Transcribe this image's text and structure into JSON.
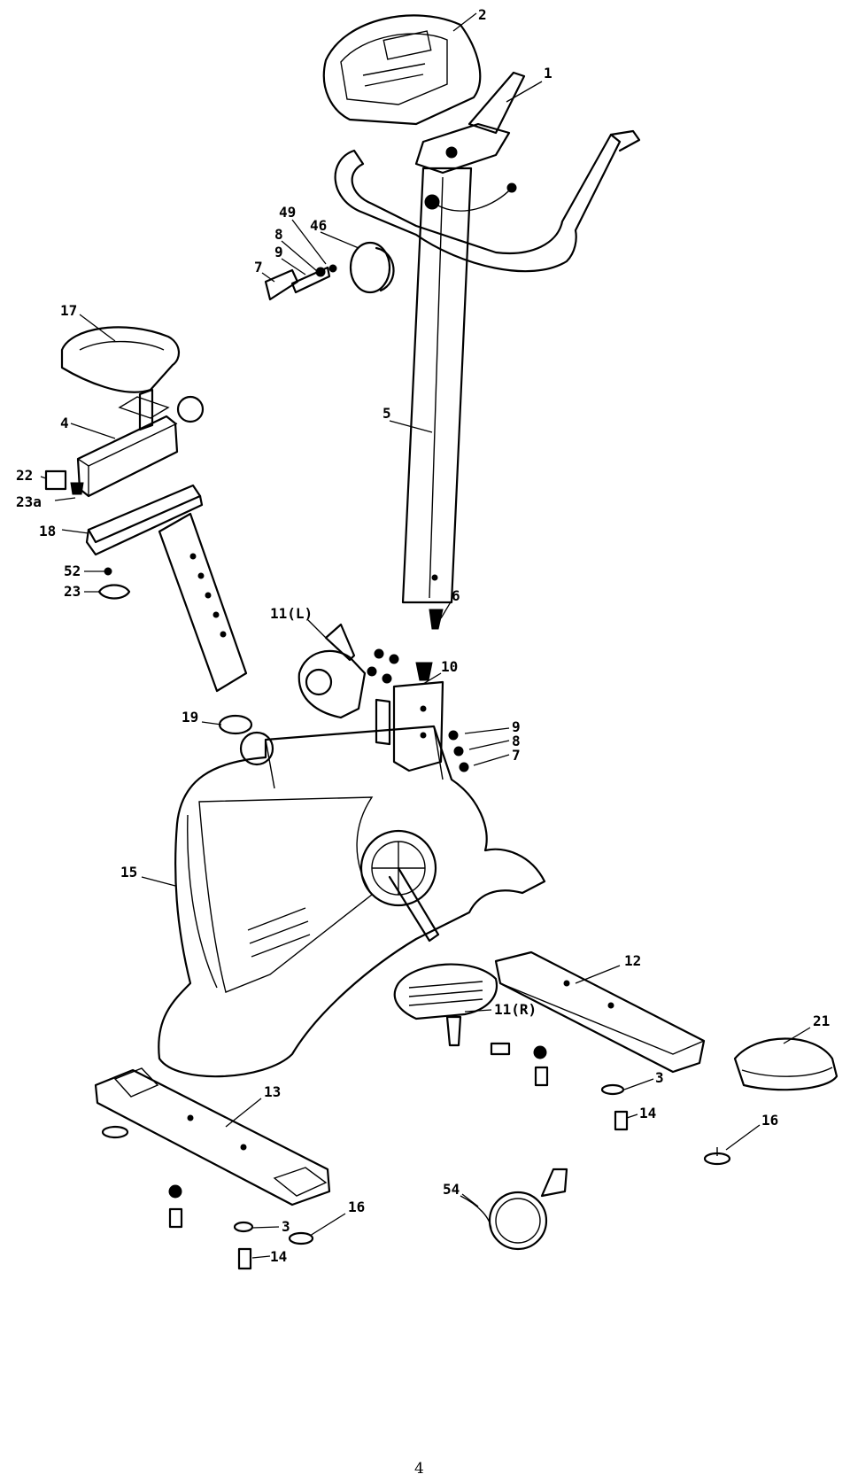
{
  "page_number": "4",
  "labels": {
    "l1": "1",
    "l2": "2",
    "l49": "49",
    "l8": "8",
    "l46": "46",
    "l9": "9",
    "l7": "7",
    "l17": "17",
    "l4": "4",
    "l5": "5",
    "l22": "22",
    "l23a": "23a",
    "l18": "18",
    "l52": "52",
    "l23": "23",
    "l6": "6",
    "l11L": "11(L)",
    "l10": "10",
    "l9b": "9",
    "l8b": "8",
    "l7b": "7",
    "l19": "19",
    "l15": "15",
    "l12": "12",
    "l11R": "11(R)",
    "l21": "21",
    "l3": "3",
    "l14a": "14",
    "l16a": "16",
    "l13": "13",
    "l54": "54",
    "l3b": "3",
    "l14b": "14",
    "l16b": "16"
  }
}
